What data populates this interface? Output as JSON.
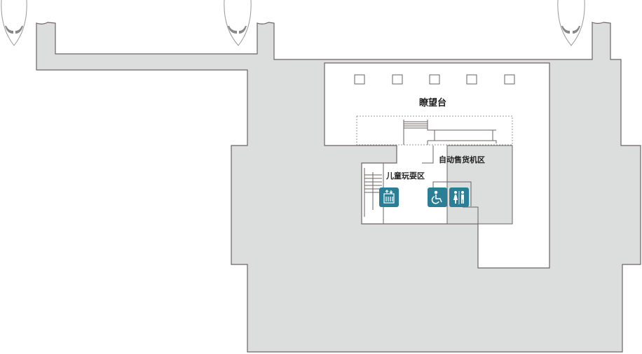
{
  "labels": {
    "observation_deck": "瞭望台",
    "vending_area": "自动售货机区",
    "kids_play_area": "儿童玩耍区"
  },
  "icons": [
    "elevator-icon",
    "accessible-restroom-icon",
    "restroom-icon",
    "aircraft-icon"
  ],
  "colors": {
    "floor": "#dcdddd",
    "wall": "#6b6363",
    "icon_bg": "#2a7f96",
    "room": "#ffffff"
  }
}
